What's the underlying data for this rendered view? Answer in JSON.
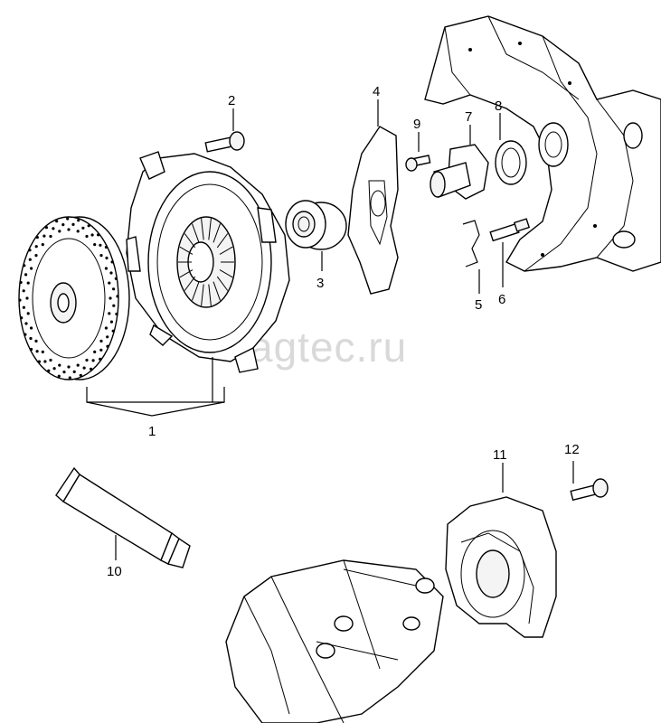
{
  "watermark": "vagtec.ru",
  "callouts": {
    "c1": "1",
    "c2": "2",
    "c3": "3",
    "c4": "4",
    "c5": "5",
    "c6": "6",
    "c7": "7",
    "c8": "8",
    "c9": "9",
    "c10": "10",
    "c11": "11",
    "c12": "12"
  }
}
